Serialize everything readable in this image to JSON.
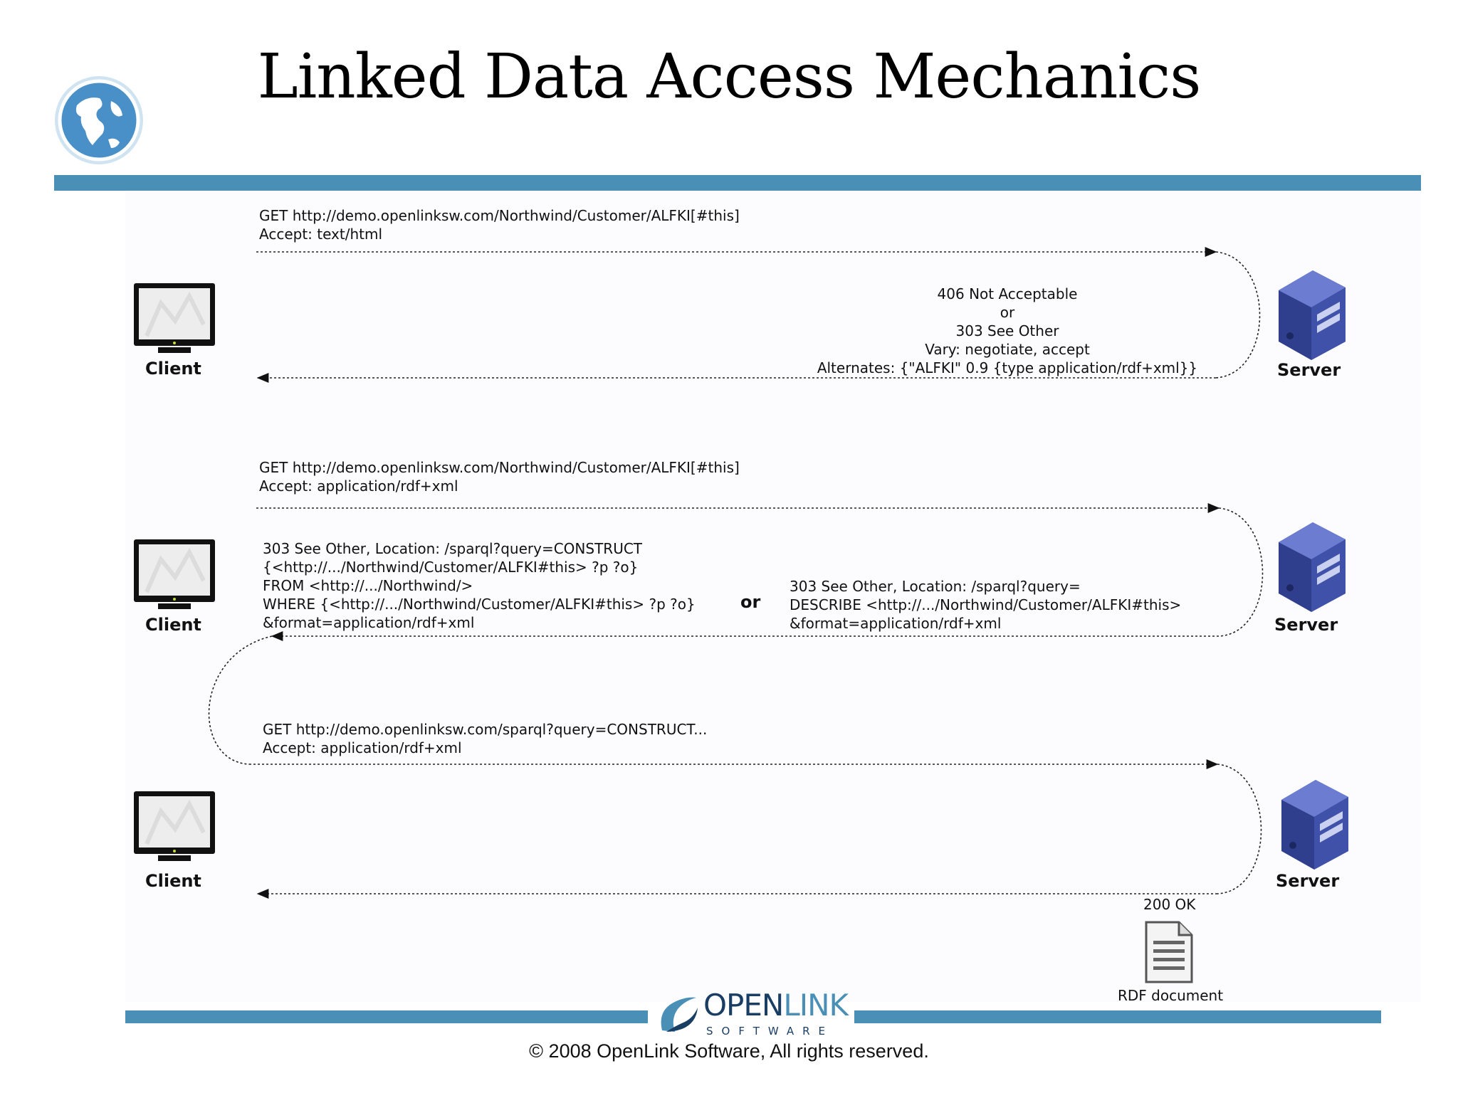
{
  "slide": {
    "title": "Linked Data Access Mechanics",
    "copyright": "© 2008 OpenLink Software, All rights reserved."
  },
  "logo": {
    "word_open": "OPEN",
    "word_link": "LINK",
    "subtitle": "SOFTWARE"
  },
  "roles": {
    "client": "Client",
    "server": "Server"
  },
  "exchange1": {
    "request": "GET http://demo.openlinksw.com/Northwind/Customer/ALFKI[#this]\nAccept: text/html",
    "response": "406 Not Acceptable\nor\n303 See Other\nVary: negotiate, accept\nAlternates: {\"ALFKI\" 0.9 {type application/rdf+xml}}"
  },
  "exchange2": {
    "request": "GET http://demo.openlinksw.com/Northwind/Customer/ALFKI[#this]\nAccept: application/rdf+xml",
    "response_a": "303 See Other, Location: /sparql?query=CONSTRUCT\n{<http://.../Northwind/Customer/ALFKI#this> ?p ?o}\nFROM <http://.../Northwind/>\nWHERE {<http://.../Northwind/Customer/ALFKI#this> ?p ?o}\n&format=application/rdf+xml",
    "or": "or",
    "response_b": "303 See Other, Location: /sparql?query=\nDESCRIBE <http://.../Northwind/Customer/ALFKI#this>\n&format=application/rdf+xml"
  },
  "exchange3": {
    "request": "GET http://demo.openlinksw.com/sparql?query=CONSTRUCT...\nAccept: application/rdf+xml",
    "response": "200 OK",
    "document_label": "RDF document"
  },
  "colors": {
    "accent_bar": "#4a90b6",
    "server": "#3f51a8",
    "monitor_frame": "#111111"
  }
}
